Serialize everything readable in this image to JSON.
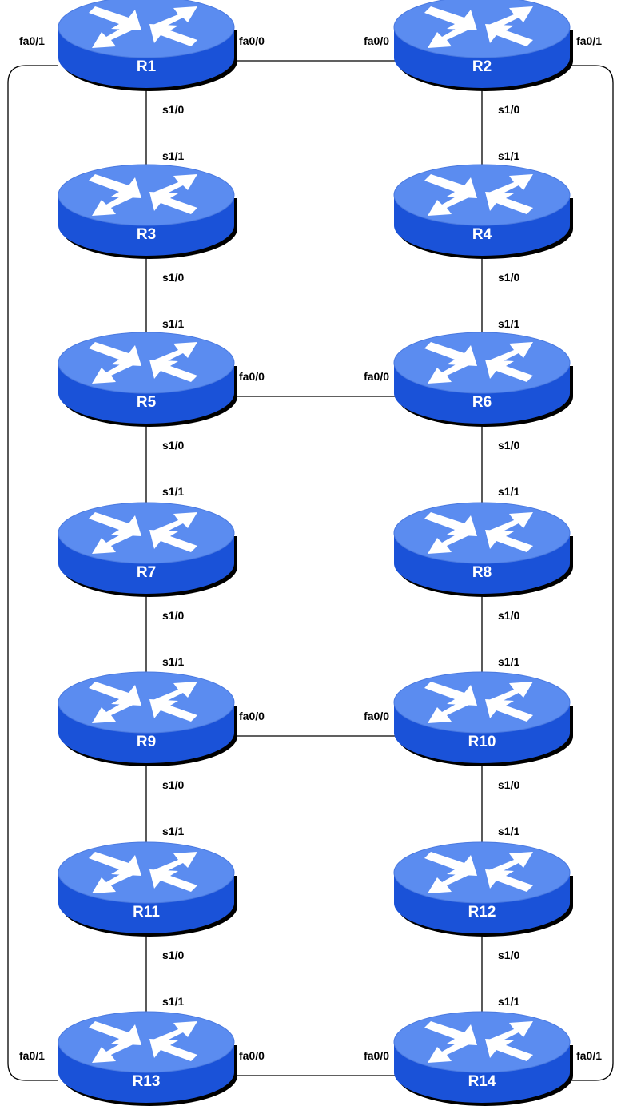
{
  "colors": {
    "router_top": "#5b8cf0",
    "router_top_edge": "#4a79e0",
    "router_side": "#1a52d8",
    "router_shadow": "#000000",
    "arrow": "#ffffff",
    "link": "#000000",
    "router_label": "#ffffff"
  },
  "icons": {
    "router": "router-icon"
  },
  "routers": [
    {
      "id": "R1",
      "label": "R1"
    },
    {
      "id": "R2",
      "label": "R2"
    },
    {
      "id": "R3",
      "label": "R3"
    },
    {
      "id": "R4",
      "label": "R4"
    },
    {
      "id": "R5",
      "label": "R5"
    },
    {
      "id": "R6",
      "label": "R6"
    },
    {
      "id": "R7",
      "label": "R7"
    },
    {
      "id": "R8",
      "label": "R8"
    },
    {
      "id": "R9",
      "label": "R9"
    },
    {
      "id": "R10",
      "label": "R10"
    },
    {
      "id": "R11",
      "label": "R11"
    },
    {
      "id": "R12",
      "label": "R12"
    },
    {
      "id": "R13",
      "label": "R13"
    },
    {
      "id": "R14",
      "label": "R14"
    }
  ],
  "links": [
    {
      "from": "R1",
      "from_if": "fa0/0",
      "to": "R2",
      "to_if": "fa0/0"
    },
    {
      "from": "R1",
      "from_if": "s1/0",
      "to": "R3",
      "to_if": "s1/1"
    },
    {
      "from": "R2",
      "from_if": "s1/0",
      "to": "R4",
      "to_if": "s1/1"
    },
    {
      "from": "R3",
      "from_if": "s1/0",
      "to": "R5",
      "to_if": "s1/1"
    },
    {
      "from": "R4",
      "from_if": "s1/0",
      "to": "R6",
      "to_if": "s1/1"
    },
    {
      "from": "R5",
      "from_if": "fa0/0",
      "to": "R6",
      "to_if": "fa0/0"
    },
    {
      "from": "R5",
      "from_if": "s1/0",
      "to": "R7",
      "to_if": "s1/1"
    },
    {
      "from": "R6",
      "from_if": "s1/0",
      "to": "R8",
      "to_if": "s1/1"
    },
    {
      "from": "R7",
      "from_if": "s1/0",
      "to": "R9",
      "to_if": "s1/1"
    },
    {
      "from": "R8",
      "from_if": "s1/0",
      "to": "R10",
      "to_if": "s1/1"
    },
    {
      "from": "R9",
      "from_if": "fa0/0",
      "to": "R10",
      "to_if": "fa0/0"
    },
    {
      "from": "R9",
      "from_if": "s1/0",
      "to": "R11",
      "to_if": "s1/1"
    },
    {
      "from": "R10",
      "from_if": "s1/0",
      "to": "R12",
      "to_if": "s1/1"
    },
    {
      "from": "R11",
      "from_if": "s1/0",
      "to": "R13",
      "to_if": "s1/1"
    },
    {
      "from": "R12",
      "from_if": "s1/0",
      "to": "R14",
      "to_if": "s1/1"
    },
    {
      "from": "R13",
      "from_if": "fa0/0",
      "to": "R14",
      "to_if": "fa0/0"
    },
    {
      "from": "R1",
      "from_if": "fa0/1",
      "to": "R13",
      "to_if": "fa0/1"
    },
    {
      "from": "R2",
      "from_if": "fa0/1",
      "to": "R14",
      "to_if": "fa0/1"
    }
  ]
}
